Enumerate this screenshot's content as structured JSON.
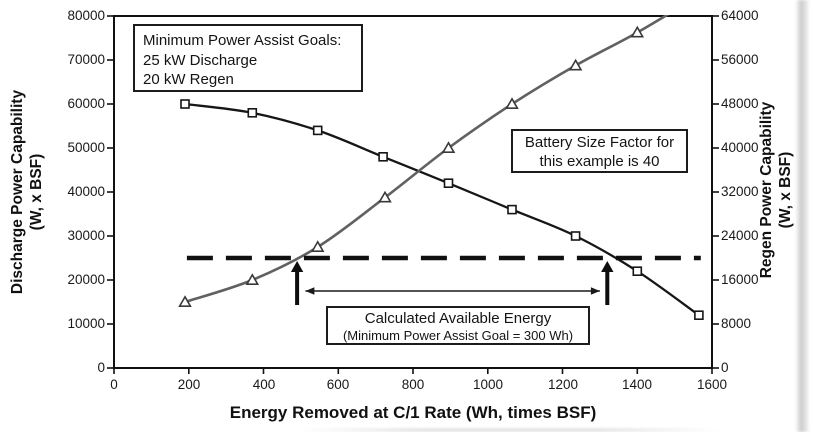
{
  "chart_data": {
    "type": "line",
    "xlabel": "Energy Removed at C/1 Rate (Wh, times BSF)",
    "ylabel_left": [
      "Discharge Power Capability",
      "(W, x BSF)"
    ],
    "ylabel_right": [
      "Regen Power Capability",
      "(W, x BSF)"
    ],
    "xlim": [
      0,
      1600
    ],
    "ylim_left": [
      0,
      80000
    ],
    "ylim_right": [
      0,
      64000
    ],
    "x_ticks": [
      0,
      200,
      400,
      600,
      800,
      1000,
      1200,
      1400,
      1600
    ],
    "y_left_ticks": [
      0,
      10000,
      20000,
      30000,
      40000,
      50000,
      60000,
      70000,
      80000
    ],
    "y_right_ticks": [
      0,
      8000,
      16000,
      24000,
      32000,
      40000,
      48000,
      56000,
      64000
    ],
    "grid": false,
    "legend": "none",
    "series": [
      {
        "name": "Discharge Power Capability",
        "axis": "left",
        "marker": "square",
        "line_color": "#161616",
        "marker_color": "#161616",
        "points": [
          [
            190,
            60000
          ],
          [
            370,
            58000
          ],
          [
            545,
            54000
          ],
          [
            720,
            48000
          ],
          [
            895,
            42000
          ],
          [
            1065,
            36000
          ],
          [
            1235,
            30000
          ],
          [
            1400,
            22000
          ],
          [
            1565,
            12000
          ]
        ]
      },
      {
        "name": "Regen Power Capability",
        "axis": "right",
        "marker": "triangle",
        "line_color": "#616161",
        "marker_color": "#3a3a3a",
        "points": [
          [
            190,
            12000
          ],
          [
            370,
            16000
          ],
          [
            545,
            22000
          ],
          [
            725,
            31000
          ],
          [
            895,
            40000
          ],
          [
            1065,
            48000
          ],
          [
            1235,
            55000
          ],
          [
            1400,
            61000
          ]
        ],
        "line_extension": [
          1560,
          67500
        ]
      }
    ],
    "goal_line": {
      "axis": "left",
      "value": 25000,
      "x1": 195,
      "x2": 1570,
      "style": "dashed",
      "color": "#101010"
    },
    "arrows": {
      "vertical_x": [
        490,
        1320
      ],
      "span": {
        "x1": 512,
        "x2": 1300,
        "y_left": 17500
      }
    }
  },
  "axes": {
    "x_title": "Energy Removed at C/1 Rate (Wh, times BSF)",
    "y_left_title": [
      "Discharge Power Capability",
      "(W, x BSF)"
    ],
    "y_right_title": [
      "Regen Power Capability",
      "(W, x BSF)"
    ]
  },
  "annotations": {
    "goals": [
      "Minimum Power Assist Goals:",
      "25 kW Discharge",
      "20 kW Regen"
    ],
    "bsf": [
      "Battery Size Factor for",
      "this example is 40"
    ],
    "energy": [
      "Calculated Available Energy",
      "(Minimum Power Assist Goal = 300 Wh)"
    ]
  }
}
